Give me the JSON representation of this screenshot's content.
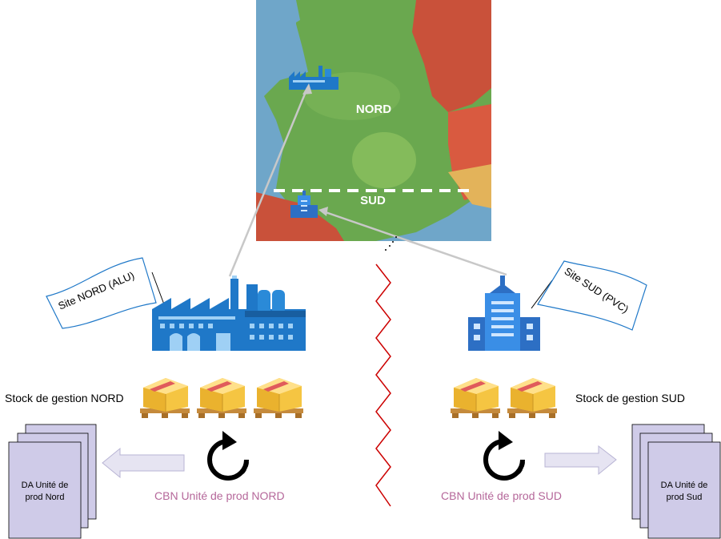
{
  "map": {
    "region_north": "NORD",
    "region_south": "SUD"
  },
  "flags": {
    "north": "Site NORD (ALU)",
    "south": "Site SUD (PVC)"
  },
  "stock": {
    "north": "Stock de gestion NORD",
    "south": "Stock de gestion SUD"
  },
  "cbn": {
    "north": "CBN Unité de prod NORD",
    "south": "CBN Unité de prod SUD"
  },
  "documents": {
    "north_line1": "DA Unité de",
    "north_line2": "prod Nord",
    "south_line1": "DA Unité de",
    "south_line2": "prod Sud"
  },
  "colors": {
    "factory_blue": "#1f78c8",
    "building_blue": "#3a8ee6",
    "separator_red": "#cc0000",
    "cbn_label": "#b5679a",
    "doc_fill": "#cfcbe8",
    "arrow_fill": "#e6e4f2",
    "map_green": "#6aa84f",
    "sea_blue": "#6fa6c9"
  }
}
